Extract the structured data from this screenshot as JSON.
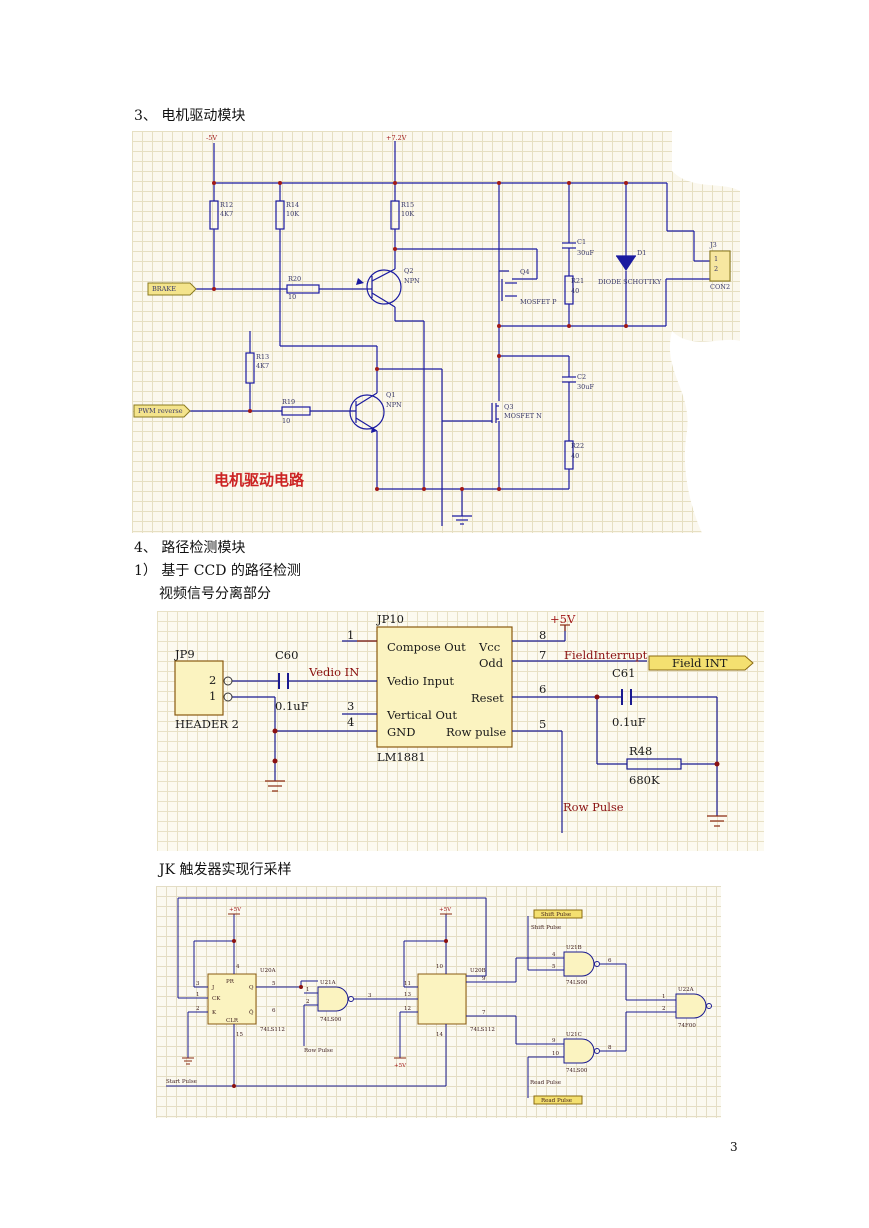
{
  "page_number": "3",
  "section_motor": {
    "heading": "3、 电机驱动模块"
  },
  "motor_circuit": {
    "title": "电机驱动电路",
    "supply_neg": "-5V",
    "supply_pos": "+7.2V",
    "brake": "BRAKE",
    "pwm": "PWM reverse",
    "R12": "R12",
    "R12v": "4K7",
    "R14": "R14",
    "R14v": "10K",
    "R15": "R15",
    "R15v": "10K",
    "R13": "R13",
    "R13v": "4K7",
    "R20": "R20",
    "R20v": "10",
    "R19": "R19",
    "R19v": "10",
    "R21": "R21",
    "R21v": "40",
    "R22": "R22",
    "R22v": "40",
    "Q2": "Q2",
    "Q2t": "NPN",
    "Q1": "Q1",
    "Q1t": "NPN",
    "Q4": "Q4",
    "Q4t": "MOSFET P",
    "Q3": "Q3",
    "Q3t": "MOSFET N",
    "C1": "C1",
    "C1v": "30uF",
    "C2": "C2",
    "C2v": "30uF",
    "D1": "D1",
    "D1t": "DIODE SCHOTTKY",
    "J3": "J3",
    "J3p1": "1",
    "J3p2": "2",
    "J3t": "CON2"
  },
  "section_path": {
    "heading": "4、 路径检测模块"
  },
  "subsection_ccd": {
    "heading": "1） 基于 CCD 的路径检测"
  },
  "video_sep": {
    "heading": "视频信号分离部分"
  },
  "video_circuit": {
    "JP10": "JP10",
    "JP9": "JP9",
    "p1": "1",
    "p2": "2",
    "p3": "3",
    "p4": "4",
    "compose_out": "Compose Out",
    "vcc": "Vcc",
    "odd": "Odd",
    "vedio_input": "Vedio Input",
    "reset": "Reset",
    "vertical_out": "Vertical Out",
    "gnd": "GND",
    "row_pulse_pin": "Row pulse",
    "p5": "5",
    "p6": "6",
    "p7": "7",
    "p8": "8",
    "lm": "LM1881",
    "plus5": "+5V",
    "field_interrupt": "FieldInterrupt",
    "field_int": "Field INT",
    "C60": "C60",
    "C60v": "0.1uF",
    "C61": "C61",
    "C61v": "0.1uF",
    "vedio_in": "Vedio IN",
    "header": "HEADER 2",
    "hp2": "2",
    "hp1": "1",
    "R48": "R48",
    "R48v": "680K",
    "row_pulse": "Row Pulse"
  },
  "jk_section": {
    "heading": "JK 触发器实现行采样"
  },
  "jk_circuit": {
    "plus5a": "+5V",
    "plus5b": "+5V",
    "plus5c": "+5V",
    "shift_pulse": "Shift Pulse",
    "shift_pulse2": "Shift Pulse",
    "read_pulse": "Read Pulse",
    "read_pulse2": "Read Pulse",
    "start_pulse": "Start Pulse",
    "row_pulse": "Row Pulse",
    "U20A": "U20A",
    "U20B": "U20B",
    "U21A": "U21A",
    "U21B": "U21B",
    "U21C": "U21C",
    "U22A": "U22A",
    "ls112a": "74LS112",
    "ls112b": "74LS112",
    "ls00a": "74LS00",
    "ls00b": "74LS00",
    "ls00c": "74LS00",
    "f00": "74F00",
    "PR": "PR",
    "CLR": "CLR",
    "CK": "CK",
    "J": "J",
    "K": "K",
    "Q": "Q",
    "Qb": "Q̄",
    "n1": "1",
    "n2": "2",
    "n3": "3",
    "n4": "4",
    "n5": "5",
    "n6": "6",
    "n7": "7",
    "n8": "8",
    "n9": "9",
    "n10": "10",
    "n11": "11",
    "n12": "12",
    "n13": "13",
    "n14": "14",
    "n15": "15"
  }
}
